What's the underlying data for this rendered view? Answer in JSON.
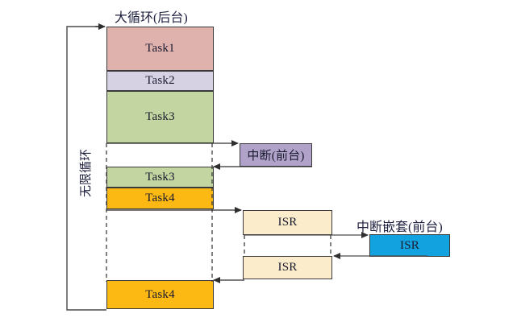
{
  "diagram": {
    "title_top": "大循环(后台)",
    "label_nested": "中断嵌套(前台)",
    "label_loop_vertical": "无限循环",
    "bottom_caption": "",
    "colors": {
      "task1": "#e0b2ad",
      "task2": "#d6d2e3",
      "task3": "#c3d5a0",
      "task4": "#fcb813",
      "interrupt": "#b0a2c8",
      "isr": "#fbeccb",
      "isr_nested": "#12a2e0",
      "stroke": "#3a3a3a",
      "line": "#4a4a4a"
    },
    "background_tasks": [
      {
        "id": "task1",
        "label": "Task1",
        "color_key": "task1"
      },
      {
        "id": "task2",
        "label": "Task2",
        "color_key": "task2"
      },
      {
        "id": "task3a",
        "label": "Task3",
        "color_key": "task3"
      },
      {
        "id": "task3b",
        "label": "Task3",
        "color_key": "task3"
      },
      {
        "id": "task4a",
        "label": "Task4",
        "color_key": "task4"
      },
      {
        "id": "task4b",
        "label": "Task4",
        "color_key": "task4"
      }
    ],
    "foreground_blocks": [
      {
        "id": "interrupt",
        "label": "中断(前台)",
        "color_key": "interrupt"
      },
      {
        "id": "isr1",
        "label": "ISR",
        "color_key": "isr"
      },
      {
        "id": "isr2",
        "label": "ISR",
        "color_key": "isr"
      },
      {
        "id": "isr_nested",
        "label": "ISR",
        "color_key": "isr_nested"
      }
    ]
  }
}
